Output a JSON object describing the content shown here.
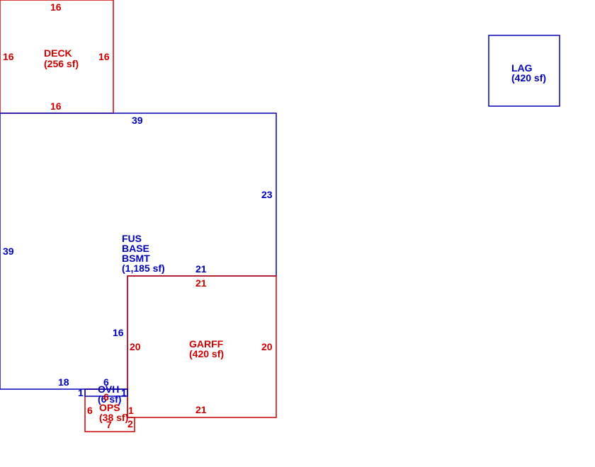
{
  "colors": {
    "red": "#cc0000",
    "blue": "#0000bb"
  },
  "areas": {
    "deck": {
      "name": "DECK",
      "area": "(256 sf)",
      "color": "red"
    },
    "lag": {
      "name": "LAG",
      "area": "(420 sf)",
      "color": "blue"
    },
    "main": {
      "line1": "FUS",
      "line2": "BASE",
      "line3": "BSMT",
      "area": "(1,185 sf)",
      "color": "blue"
    },
    "garff": {
      "name": "GARFF",
      "area": "(420 sf)",
      "color": "red"
    },
    "ovh": {
      "name": "OVH",
      "area": "(6 sf)",
      "color": "blue"
    },
    "ops": {
      "name": "OPS",
      "area": "(38 sf)",
      "color": "red"
    }
  },
  "dimensions": {
    "deck_top": "16",
    "deck_left": "16",
    "deck_right": "16",
    "deck_bottom": "16",
    "main_top": "39",
    "main_left": "39",
    "main_right": "23",
    "main_step_top": "21",
    "main_step_left": "16",
    "main_bottom": "18",
    "garff_top": "21",
    "garff_left": "20",
    "garff_right": "20",
    "garff_bottom": "21",
    "ovh_top": "6",
    "ovh_left": "1",
    "ovh_right": "1",
    "ovh_bottom": "6",
    "ops_left": "6",
    "ops_right": "1",
    "ops_right2": "2",
    "ops_bottom": "7"
  }
}
